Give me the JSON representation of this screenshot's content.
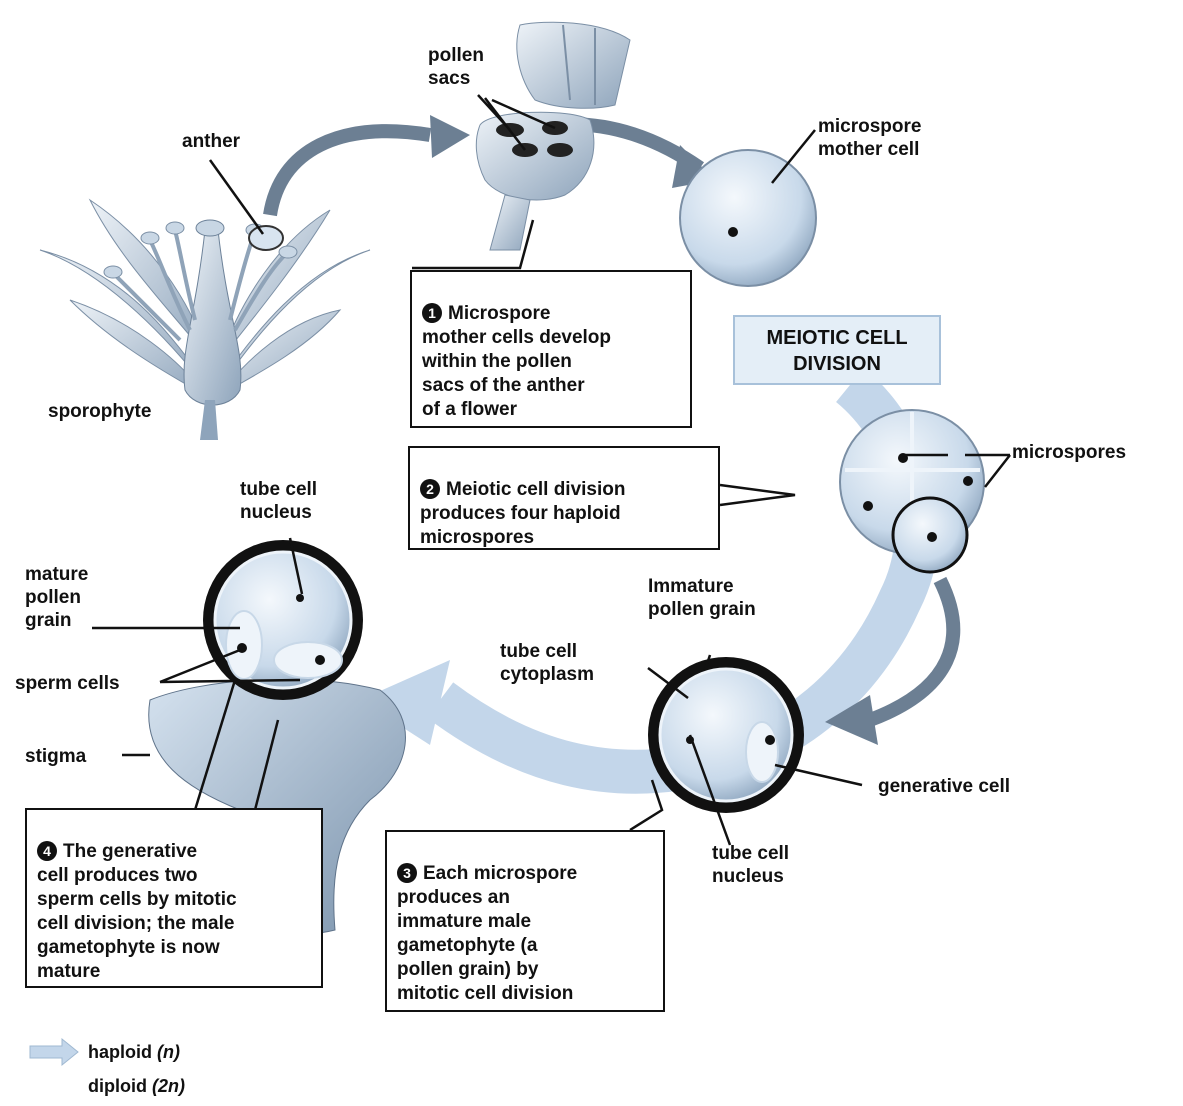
{
  "labels": {
    "pollen_sacs": "pollen\nsacs",
    "anther": "anther",
    "microspore_mother_cell": "microspore\nmother cell",
    "sporophyte": "sporophyte",
    "meiotic_cell_division": "MEIOTIC CELL\nDIVISION",
    "microspores": "microspores",
    "tube_cell_nucleus_top": "tube cell\nnucleus",
    "mature_pollen_grain": "mature\npollen\ngrain",
    "sperm_cells": "sperm cells",
    "stigma": "stigma",
    "immature_pollen_grain": "Immature\npollen grain",
    "tube_cell_cytoplasm": "tube cell\ncytoplasm",
    "generative_cell": "generative cell",
    "tube_cell_nucleus_bottom": "tube cell\nnucleus"
  },
  "steps": [
    {
      "number": "1",
      "text": "Microspore\nmother cells develop\nwithin the pollen\nsacs of the anther\nof a flower"
    },
    {
      "number": "2",
      "text": "Meiotic cell division\nproduces four haploid\nmicrospores"
    },
    {
      "number": "3",
      "text": "Each microspore\nproduces an\nimmature male\ngametophyte (a\npollen grain) by\nmitotic cell division"
    },
    {
      "number": "4",
      "text": "The generative\ncell produces two\nsperm cells by mitotic\ncell division;  the male\ngametophyte is now\nmature"
    }
  ],
  "legend": {
    "haploid_label": "haploid",
    "haploid_symbol": "(n)",
    "diploid_label": "diploid",
    "diploid_symbol": "(2n)"
  },
  "colors": {
    "haploid_arrow": "#c3d6ea",
    "cell_fill": "#dbe7f2",
    "dark_arrow": "#6c7f93"
  }
}
